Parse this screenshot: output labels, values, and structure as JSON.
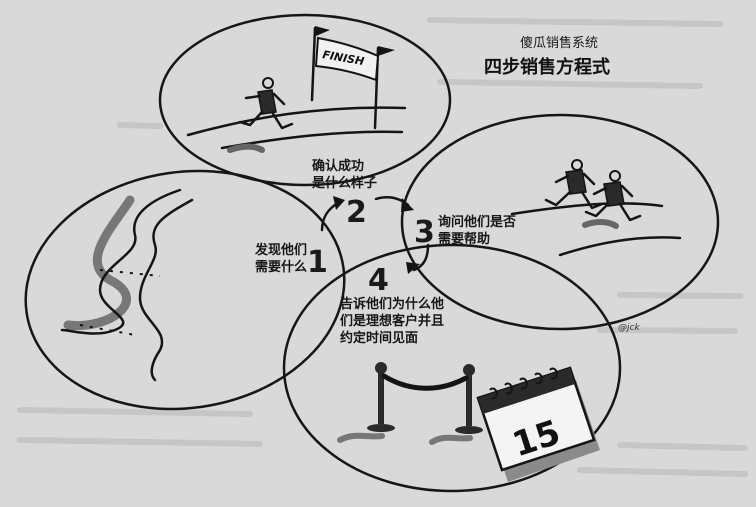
{
  "header": {
    "subtitle": "傻瓜销售系统",
    "title": "四步销售方程式"
  },
  "steps": [
    {
      "number": "1",
      "line1": "发现他们",
      "line2": "需要什么"
    },
    {
      "number": "2",
      "line1": "确认成功",
      "line2": "是什么样子"
    },
    {
      "number": "3",
      "line1": "询问他们是否",
      "line2": "需要帮助"
    },
    {
      "number": "4",
      "line1": "告诉他们为什么他",
      "line2": "们是理想客户并且",
      "line3": "约定时间见面"
    }
  ],
  "illustrations": {
    "finish_flag": "FINISH",
    "calendar_day": "15",
    "signature": "@jck"
  },
  "icons": [
    "winding-road-icon",
    "runner-icon",
    "finish-flag-icon",
    "race-runners-icon",
    "rope-barrier-icon",
    "calendar-icon"
  ],
  "colors": {
    "background": "#d9d9d9",
    "ink": "#141414",
    "shadow": "#5a5a5a"
  }
}
